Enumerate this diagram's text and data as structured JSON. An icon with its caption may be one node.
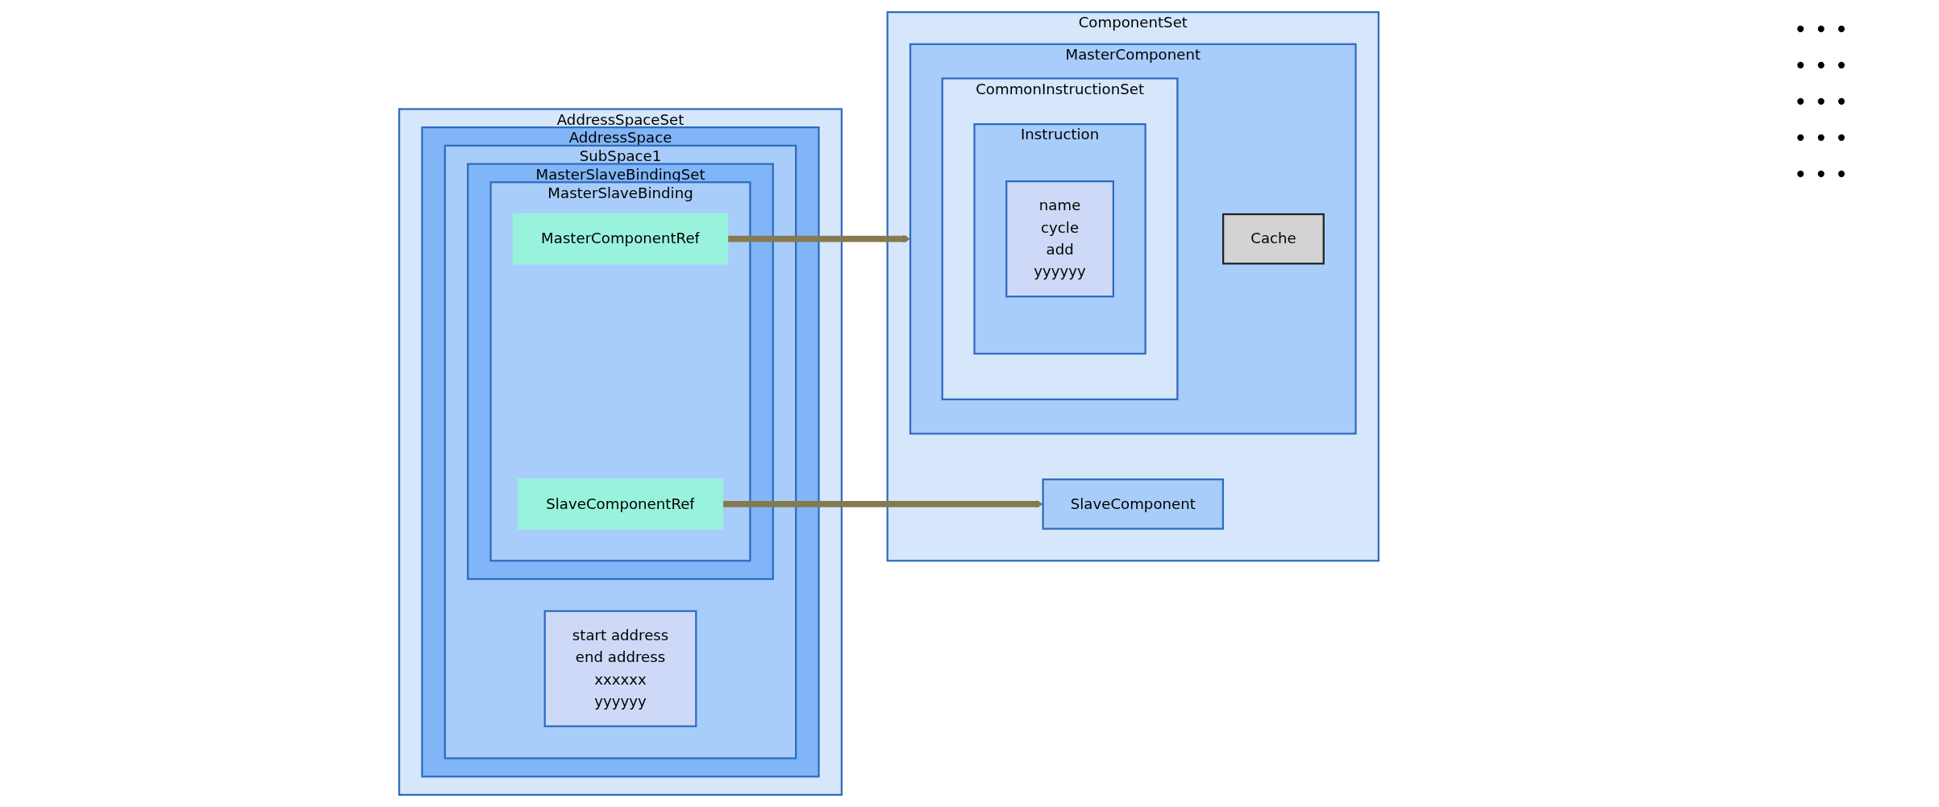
{
  "diagram": {
    "nodes": [
      {
        "text": [
          "AddressSpaceSet"
        ]
      },
      {
        "text": [
          "AddressSpace"
        ],
        "in": 0
      },
      {
        "text": [
          "SubSpace1"
        ],
        "in": 1
      },
      {
        "text": [
          "start address",
          "end address",
          "xxxxxx",
          "yyyyyy"
        ],
        "in": 2
      },
      {
        "text": [
          "MasterSlaveBindingSet"
        ],
        "in": 2
      },
      {
        "text": [
          "MasterSlaveBinding"
        ],
        "in": 4
      },
      {
        "text": [
          "MasterComponentRef"
        ],
        "in": 5
      },
      {
        "text": [
          "SlaveComponentRef"
        ],
        "in": 5
      },
      {
        "text": [
          "ComponentSet"
        ]
      },
      {
        "text": [
          "MasterComponent"
        ],
        "in": 8
      },
      {
        "text": [
          "CommonInstructionSet"
        ],
        "in": 9
      },
      {
        "text": [
          "Instruction"
        ],
        "in": 10
      },
      {
        "text": [
          "name",
          "cycle",
          "add",
          "yyyyyy"
        ],
        "in": 11
      },
      {
        "text": [
          "Cache"
        ],
        "in": 9
      },
      {
        "text": [
          "SlaveComponent"
        ],
        "in": 8
      }
    ],
    "edges": [
      {
        "from": 6,
        "to": 9,
        "arrow": "to"
      },
      {
        "from": 7,
        "to": 14,
        "arrow": "to"
      }
    ],
    "labels": [
      "• • •",
      "• • •",
      "• • •",
      "• • •",
      "• • •"
    ]
  }
}
